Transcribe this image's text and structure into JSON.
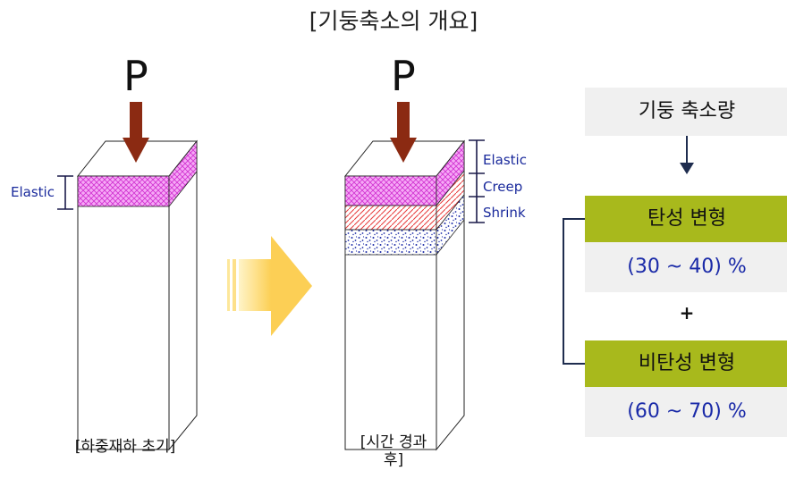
{
  "title": "[기둥축소의 개요]",
  "left_panel": {
    "load_symbol": "P",
    "elastic_label": "Elastic",
    "caption": "[하중재하 초기]"
  },
  "right_panel": {
    "load_symbol": "P",
    "labels": [
      "Elastic",
      "Creep",
      "Shrink"
    ],
    "caption_line1": "[시간 경과",
    "caption_line2": "후]"
  },
  "summary": {
    "header": "기둥 축소량",
    "elastic_title": "탄성 변형",
    "elastic_value": "(30 ~ 40) %",
    "plus": "+",
    "nonelastic_title": "비탄성 변형",
    "nonelastic_value": "(60 ~ 70) %"
  },
  "colors": {
    "elastic": "#e040e0",
    "creep": "#e84040",
    "shrink": "#1a2aa8",
    "arrow": "#8b2a12",
    "green": "#a8b91c",
    "big_arrow": "#fdd96a"
  }
}
